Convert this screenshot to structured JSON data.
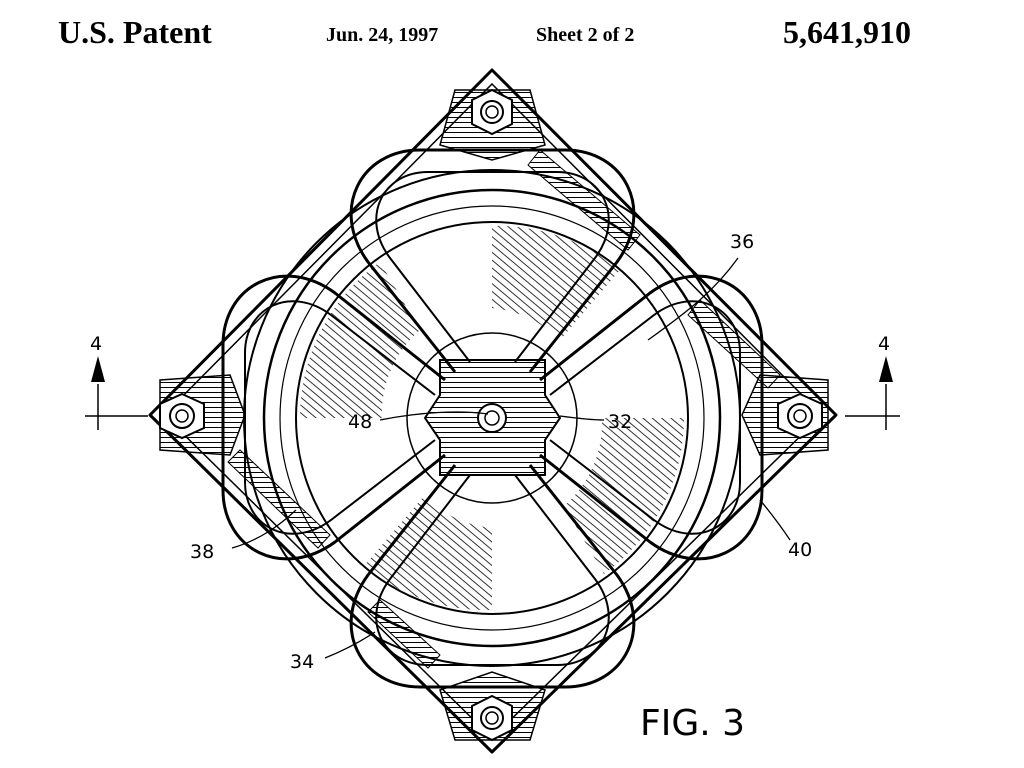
{
  "header": {
    "patent": "U.S. Patent",
    "date": "Jun. 24, 1997",
    "sheet": "Sheet 2 of 2",
    "number": "5,641,910"
  },
  "figure": {
    "title": "FIG. 3",
    "section_left": "4",
    "section_right": "4",
    "refs": {
      "r36": "36",
      "r32": "32",
      "r48": "48",
      "r38": "38",
      "r40": "40",
      "r34": "34"
    }
  }
}
